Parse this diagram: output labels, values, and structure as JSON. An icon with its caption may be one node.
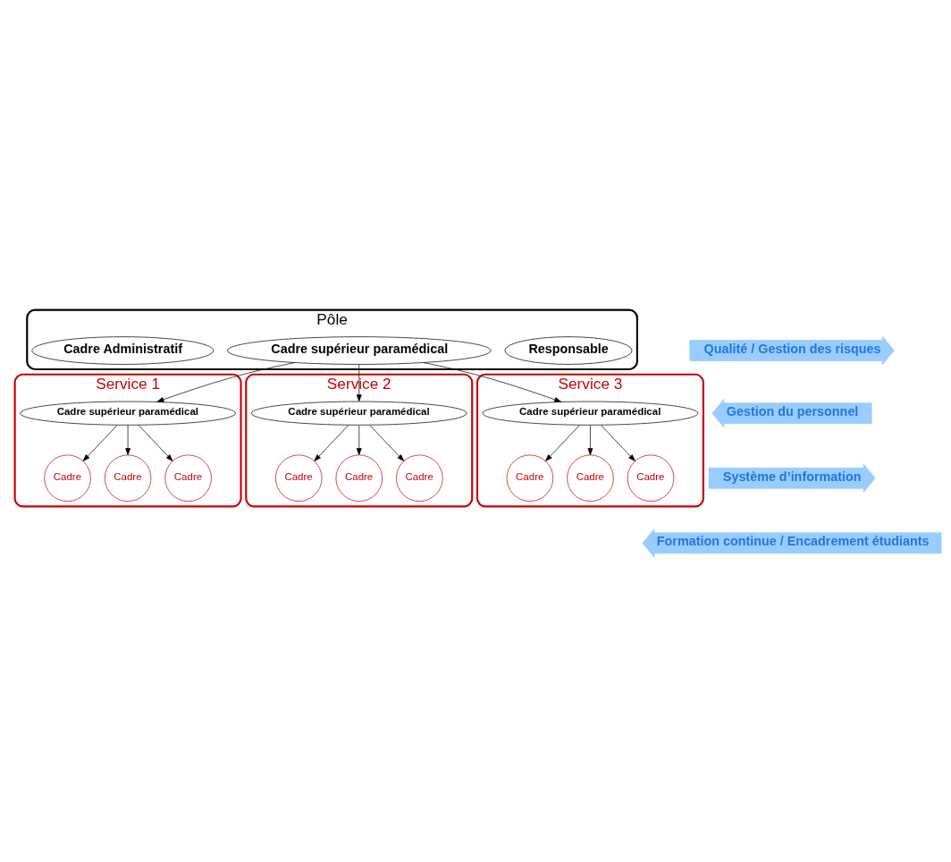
{
  "diagram": {
    "nodes": [
      {
        "text": [
          "Pôle"
        ]
      },
      {
        "text": [
          "Responsable"
        ],
        "in": 0
      },
      {
        "text": [
          "Cadre supérieur paramédical"
        ],
        "in": 0
      },
      {
        "text": [
          "Cadre Administratif"
        ],
        "in": 0
      },
      {
        "text": [
          "Service 1"
        ]
      },
      {
        "text": [
          "Cadre supérieur paramédical"
        ],
        "in": 4
      },
      {
        "text": [
          "Cadre"
        ],
        "in": 4
      },
      {
        "text": [
          "Cadre"
        ],
        "in": 4
      },
      {
        "text": [
          "Cadre"
        ],
        "in": 4
      },
      {
        "text": [
          "Service 2"
        ]
      },
      {
        "text": [
          "Cadre supérieur paramédical"
        ],
        "in": 9
      },
      {
        "text": [
          "Cadre"
        ],
        "in": 9
      },
      {
        "text": [
          "Cadre"
        ],
        "in": 9
      },
      {
        "text": [
          "Cadre"
        ],
        "in": 9
      },
      {
        "text": [
          "Service 3"
        ]
      },
      {
        "text": [
          "Cadre supérieur paramédical"
        ],
        "in": 14
      },
      {
        "text": [
          "Cadre"
        ],
        "in": 14
      },
      {
        "text": [
          "Cadre"
        ],
        "in": 14
      },
      {
        "text": [
          "Cadre"
        ],
        "in": 14
      },
      {
        "text": [
          "Qualité / Gestion des risques"
        ]
      },
      {
        "text": [
          "Gestion du personnel"
        ]
      },
      {
        "text": [
          "Système d’information"
        ]
      },
      {
        "text": [
          "Formation continue / Encadrement étudiants"
        ]
      }
    ],
    "edges": [
      {
        "from": 2,
        "to": 5,
        "arrow": "to"
      },
      {
        "from": 2,
        "to": 10,
        "arrow": "to"
      },
      {
        "from": 2,
        "to": 15,
        "arrow": "to"
      },
      {
        "from": 5,
        "to": 6,
        "arrow": "to"
      },
      {
        "from": 5,
        "to": 7,
        "arrow": "to"
      },
      {
        "from": 5,
        "to": 8,
        "arrow": "to"
      },
      {
        "from": 10,
        "to": 11,
        "arrow": "to"
      },
      {
        "from": 10,
        "to": 12,
        "arrow": "to"
      },
      {
        "from": 10,
        "to": 13,
        "arrow": "to"
      },
      {
        "from": 15,
        "to": 16,
        "arrow": "to"
      },
      {
        "from": 15,
        "to": 17,
        "arrow": "to"
      },
      {
        "from": 15,
        "to": 18,
        "arrow": "to"
      }
    ]
  }
}
